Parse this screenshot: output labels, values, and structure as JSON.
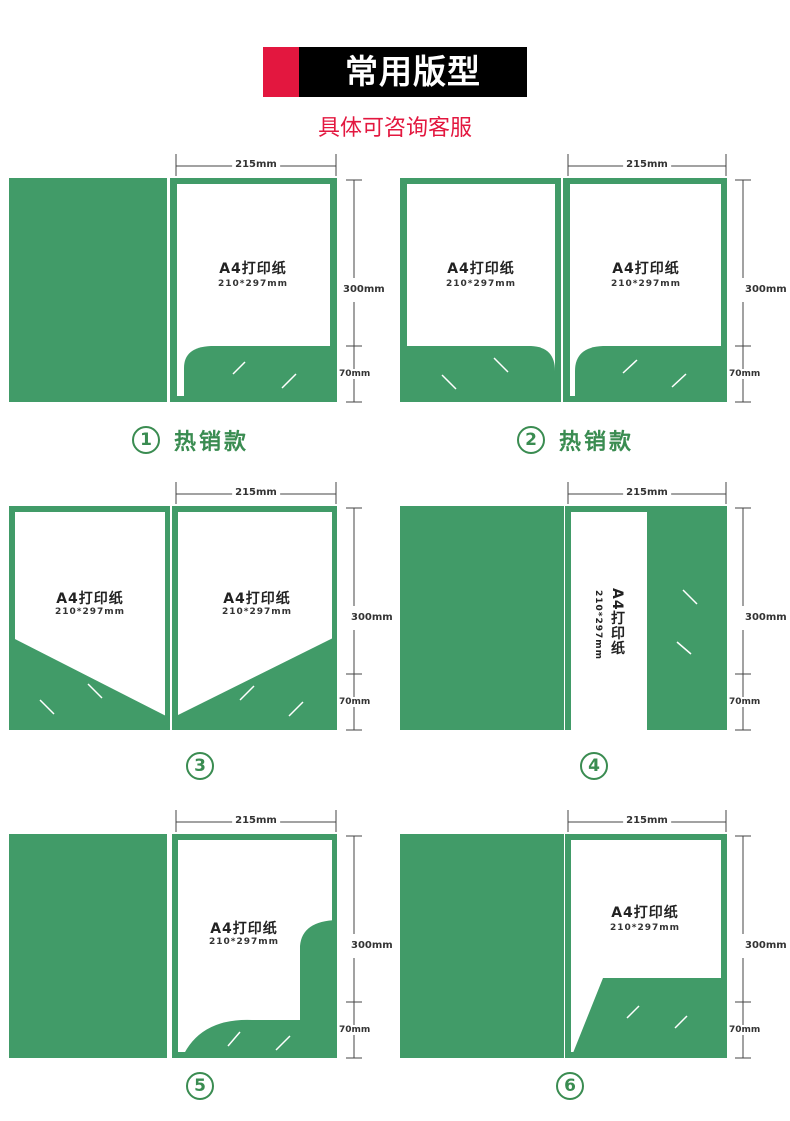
{
  "header": {
    "title": "常用版型",
    "subtitle": "具体可咨询客服"
  },
  "colors": {
    "folder_green": "#419b68",
    "accent_red": "#e3173f",
    "caption_green": "#3a8c51"
  },
  "dimensions": {
    "width": "215mm",
    "height": "300mm",
    "pocket": "70mm"
  },
  "paper": {
    "name": "A4打印纸",
    "size": "210*297mm"
  },
  "styles": [
    {
      "number": "1",
      "label": "热销款"
    },
    {
      "number": "2",
      "label": "热销款"
    },
    {
      "number": "3",
      "label": ""
    },
    {
      "number": "4",
      "label": ""
    },
    {
      "number": "5",
      "label": ""
    },
    {
      "number": "6",
      "label": ""
    }
  ]
}
